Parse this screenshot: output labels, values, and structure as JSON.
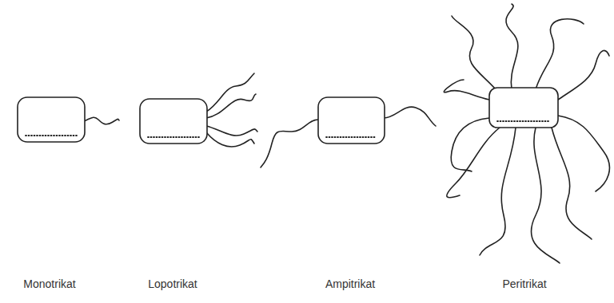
{
  "diagram": {
    "labels": [
      "Monotrikat",
      "Lopotrikat",
      "Ampitrikat",
      "Peritrikat"
    ]
  }
}
